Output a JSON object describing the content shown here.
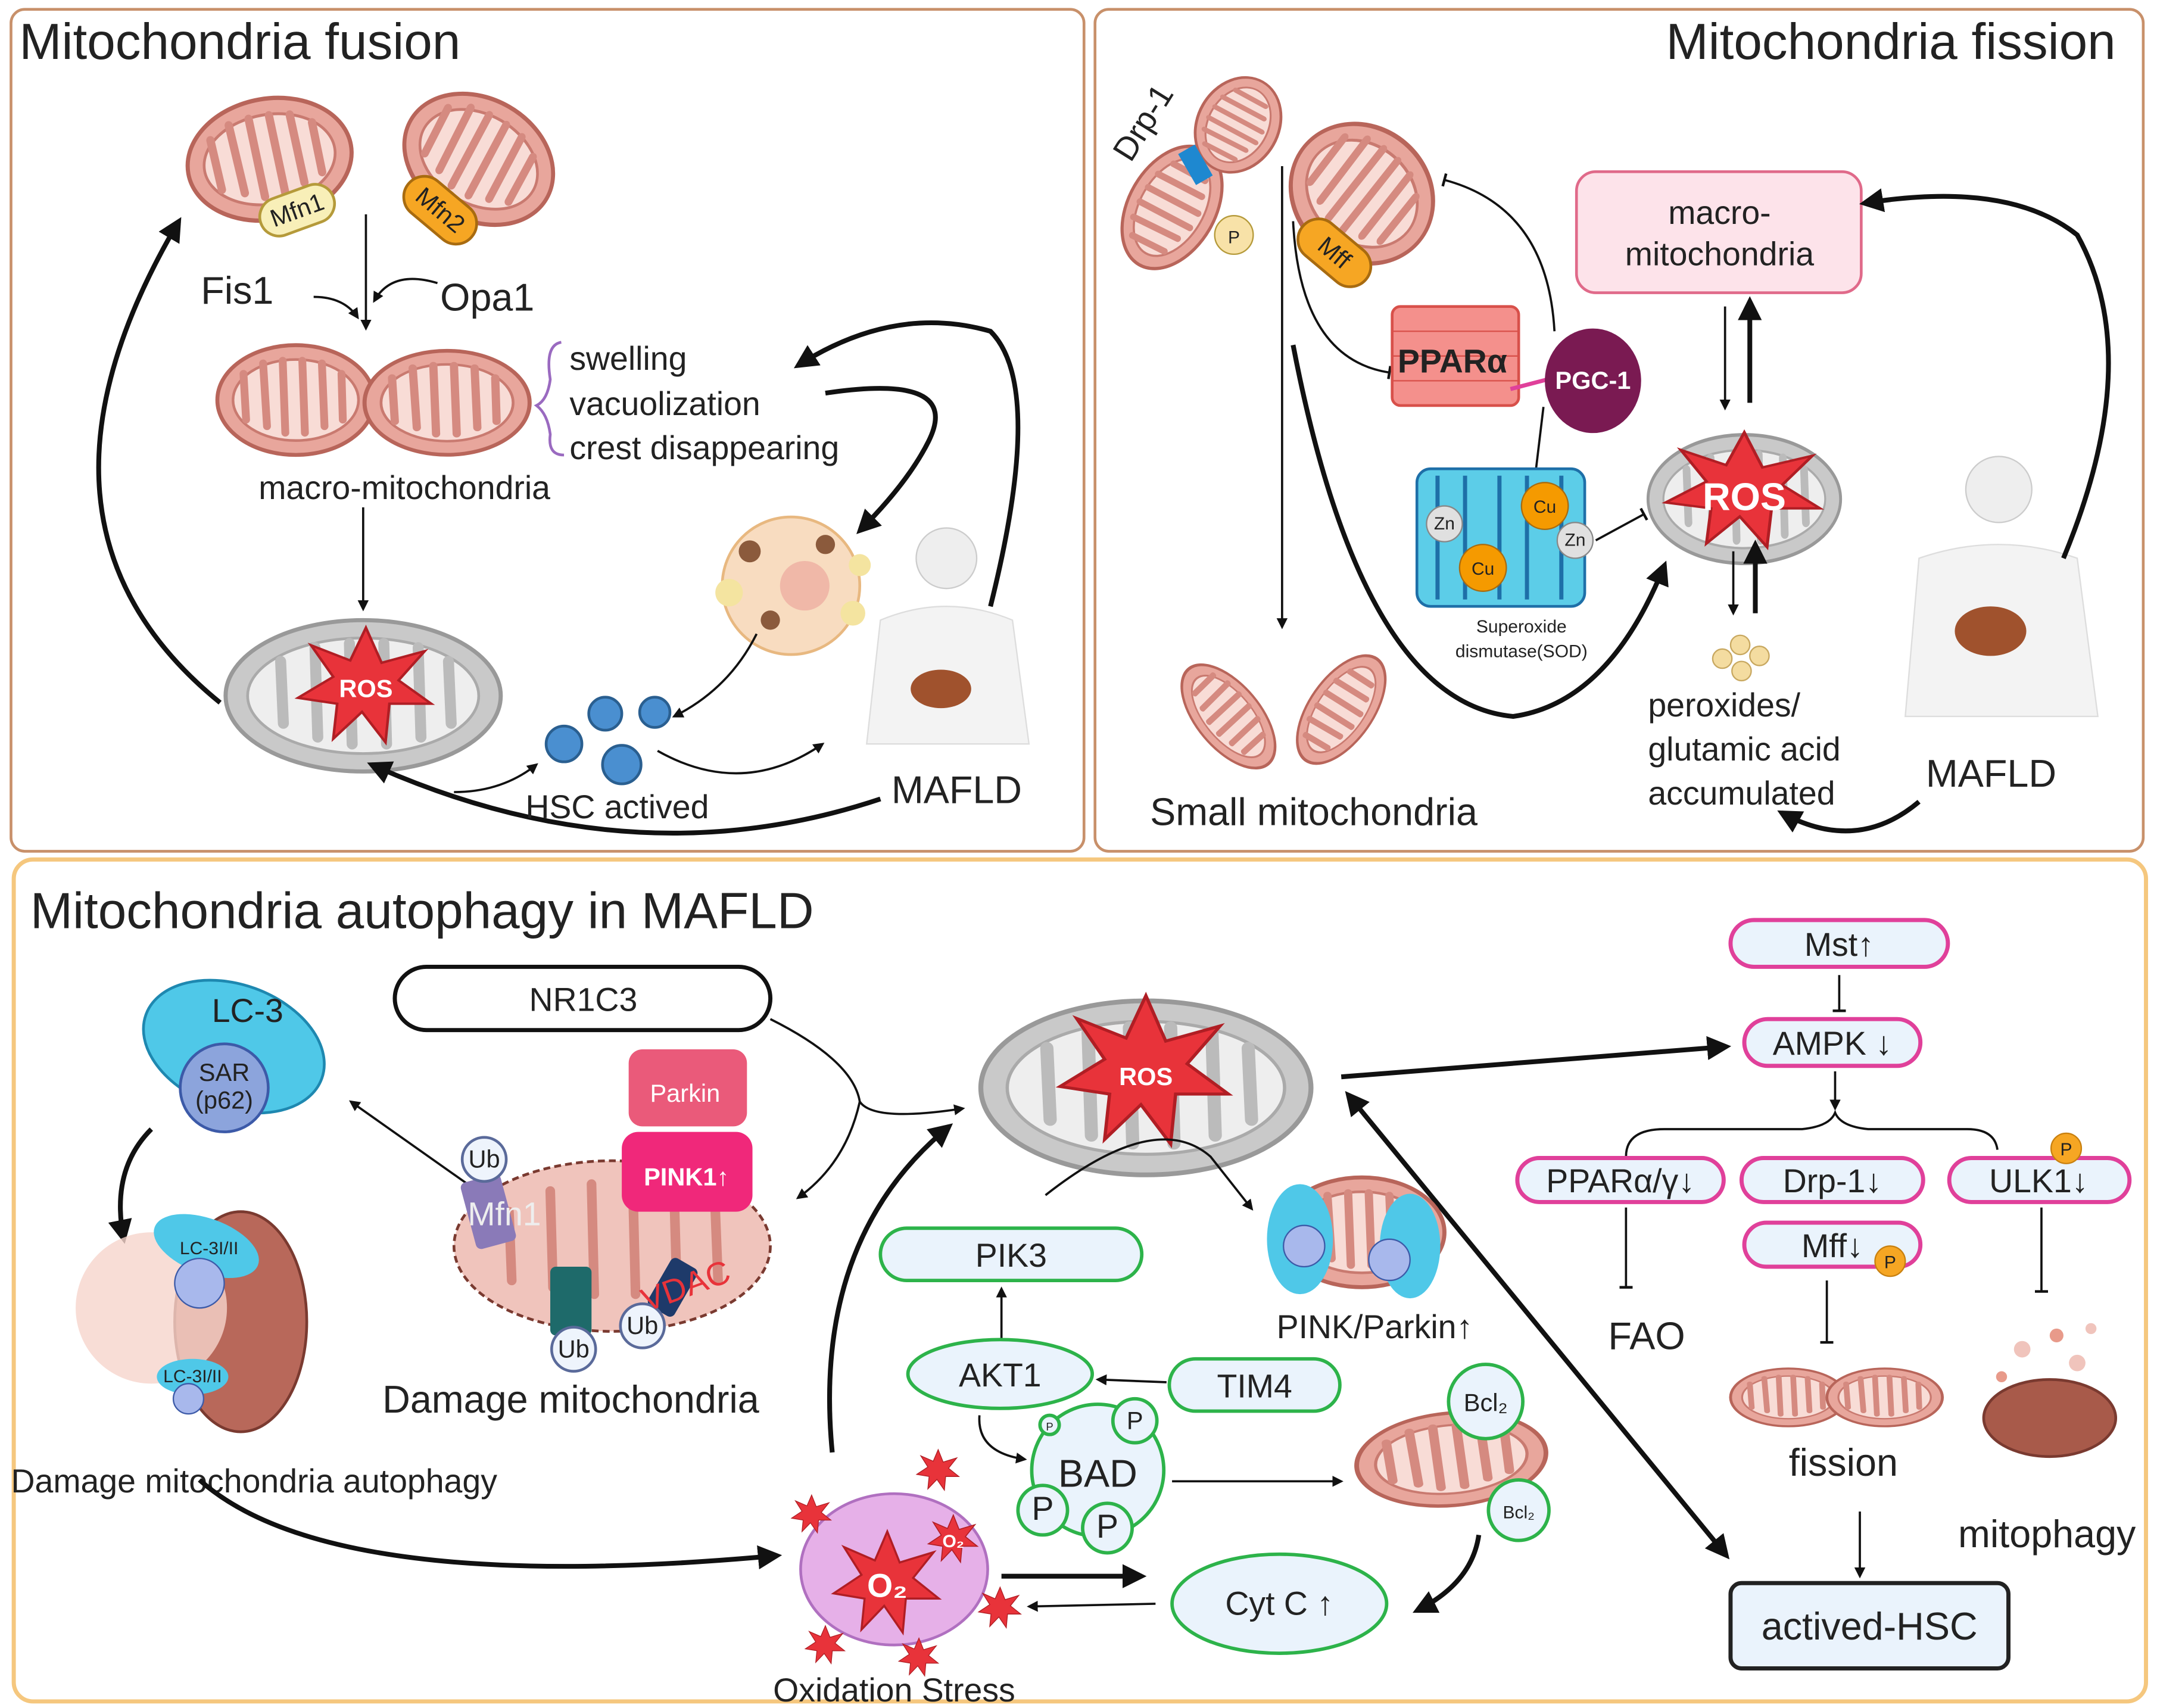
{
  "fusion": {
    "title": "Mitochondria fusion",
    "mfn1": "Mfn1",
    "mfn2": "Mfn2",
    "fis1": "Fis1",
    "opa1": "Opa1",
    "symptoms": [
      "swelling",
      "vacuolization",
      "crest disappearing"
    ],
    "macro": "macro-mitochondria",
    "ros": "ROS",
    "hsc": "HSC actived",
    "mafld": "MAFLD"
  },
  "fission": {
    "title": "Mitochondria fission",
    "drp1": "Drp-1",
    "p": "P",
    "mff": "Mff",
    "ppara": "PPARα",
    "pgc1": "PGC-1",
    "cu": "Cu",
    "zn": "Zn",
    "sod": [
      "Superoxide",
      "dismutase(SOD)"
    ],
    "macro": [
      "macro-",
      "mitochondria"
    ],
    "ros": "ROS",
    "accum": [
      "peroxides/",
      "glutamic acid",
      "accumulated"
    ],
    "mafld": "MAFLD",
    "small": "Small mitochondria"
  },
  "autophagy": {
    "title": "Mitochondria autophagy in MAFLD",
    "lc3": "LC-3",
    "sar": "SAR",
    "p62": "(p62)",
    "lc3ii": "LC-3I/II",
    "damage_autophagy": "Damage mitochondria autophagy",
    "nr1c3": "NR1C3",
    "parkin": "Parkin",
    "pink1": "PINK1↑",
    "ub": "Ub",
    "mfn1": "Mfn1",
    "vdac": "VDAC",
    "damage": "Damage mitochondria",
    "ros": "ROS",
    "pink_parkin": "PINK/Parkin↑",
    "pik3": "PIK3",
    "akt1": "AKT1",
    "tim4": "TIM4",
    "bad": "BAD",
    "p": "P",
    "bcl2": "Bcl₂",
    "cytc": "Cyt C ↑",
    "o2": "O₂",
    "oxidation": "Oxidation Stress",
    "mst": "Mst↑",
    "ampk": "AMPK ↓",
    "ppar": "PPARα/γ↓",
    "drp1": "Drp-1↓",
    "ulk1": "ULK1↓",
    "mff": "Mff↓",
    "fao": "FAO",
    "fission": "fission",
    "mitophagy": "mitophagy",
    "hsc": "actived-HSC"
  },
  "colors": {
    "panel_border": "#c8906a",
    "autophagy_border": "#f5c77e",
    "mito": "#e8a69c",
    "ros_star": "#e8333a",
    "pink_box": "#e0409a",
    "green_box": "#2db34a",
    "lc3": "#4fc8e8",
    "pgc1": "#7a1a52"
  }
}
